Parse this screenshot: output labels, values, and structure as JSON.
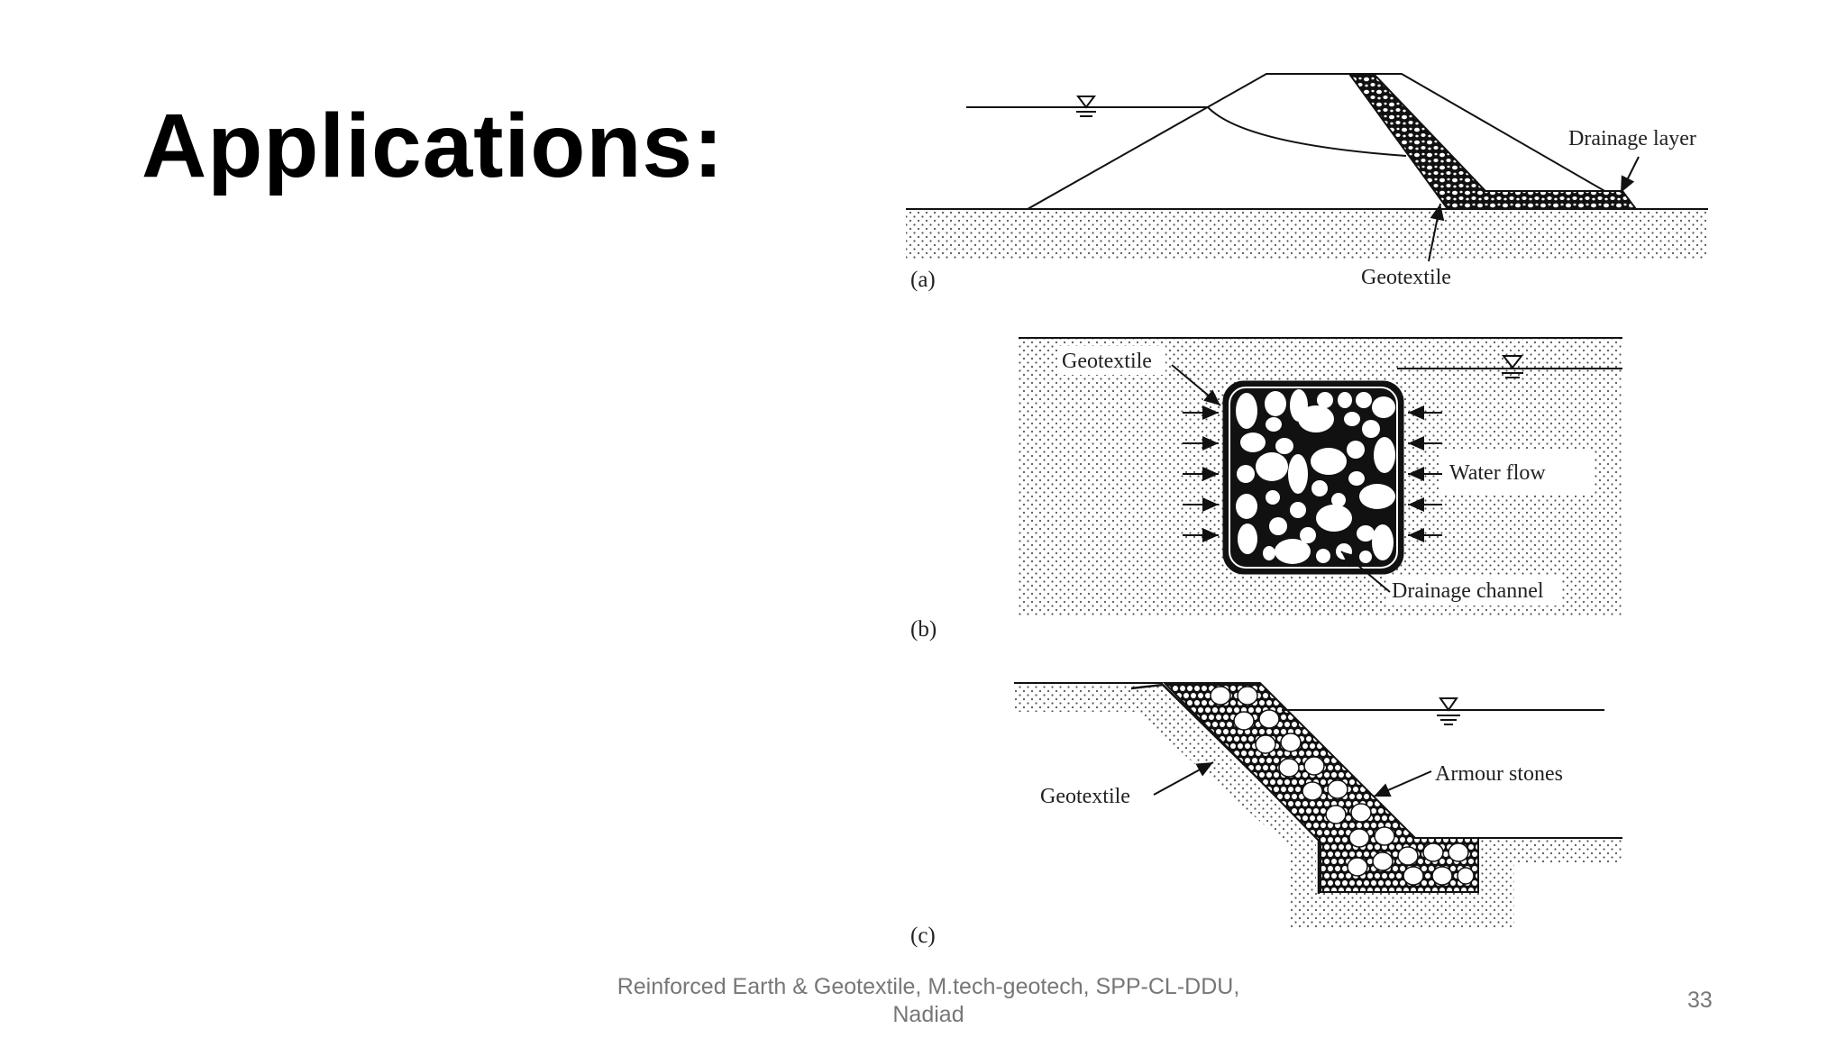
{
  "slide": {
    "title": "Applications:",
    "footer": "Reinforced Earth & Geotextile, M.tech-geotech, SPP-CL-DDU, Nadiad",
    "page_number": "33"
  },
  "figure": {
    "panel_a": {
      "tag": "(a)",
      "label_drainage_layer": "Drainage layer",
      "label_geotextile": "Geotextile"
    },
    "panel_b": {
      "tag": "(b)",
      "label_geotextile": "Geotextile",
      "label_water_flow": "Water flow",
      "label_drainage_channel": "Drainage channel"
    },
    "panel_c": {
      "tag": "(c)",
      "label_geotextile": "Geotextile",
      "label_armour_stones": "Armour stones"
    }
  },
  "colors": {
    "ink": "#111111",
    "footer": "#777777"
  }
}
